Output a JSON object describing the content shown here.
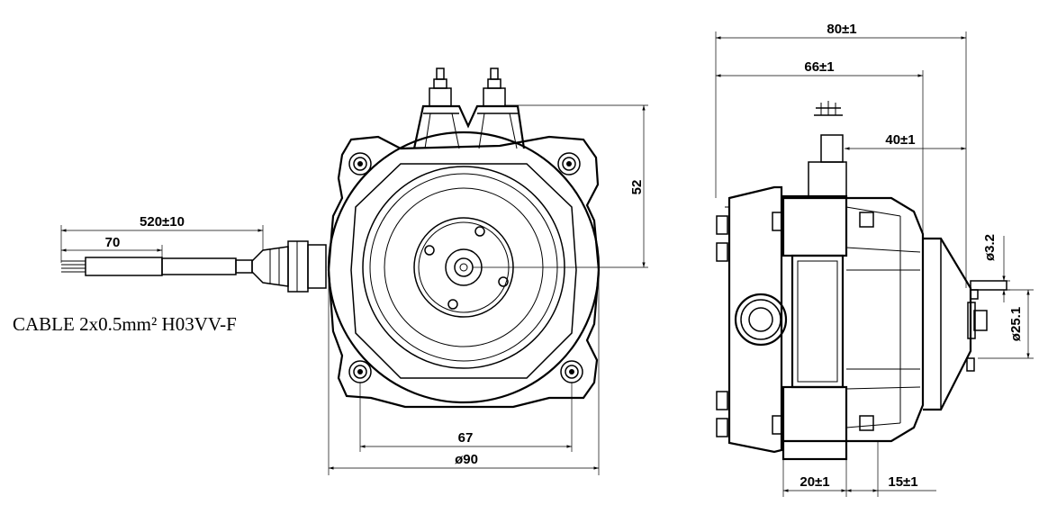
{
  "cable": {
    "length_dim": "520±10",
    "strip_dim": "70",
    "spec": "CABLE 2x0.5mm² H03VV-F"
  },
  "front_view": {
    "height_dim": "52",
    "mount_spacing_dim": "67",
    "diameter_dim": "ø90"
  },
  "side_view": {
    "overall_length_dim": "80±1",
    "body_length_dim": "66±1",
    "shaft_to_mount_dim": "40±1",
    "shaft_dia_dim": "ø3.2",
    "boss_dia_dim": "ø25.1",
    "bracket_width_dim": "20±1",
    "bracket_offset_dim": "15±1"
  }
}
